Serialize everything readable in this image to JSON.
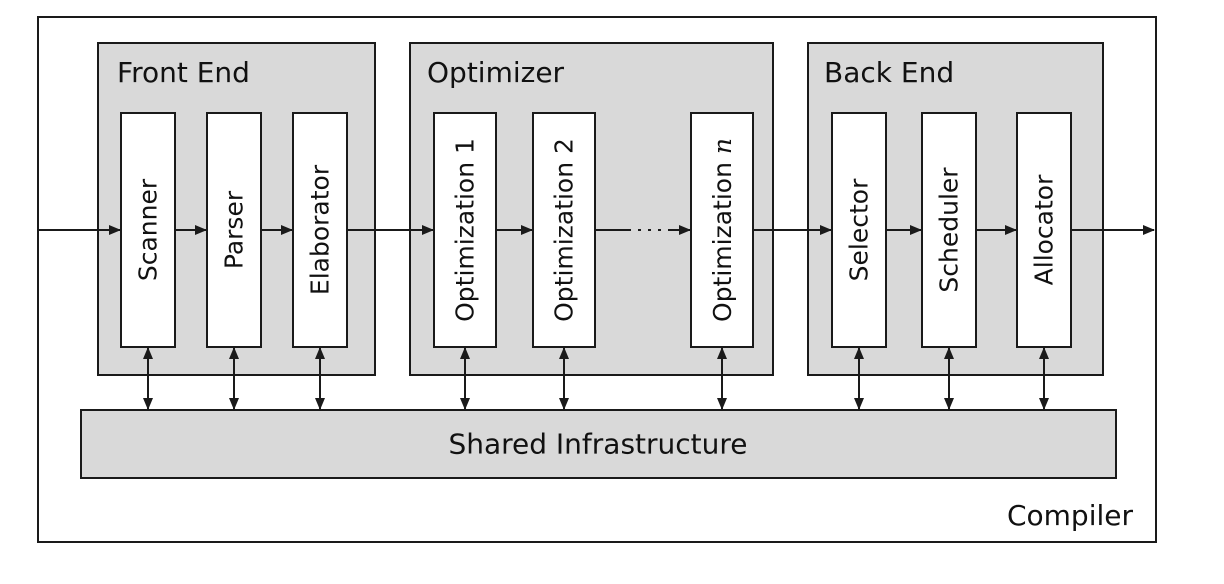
{
  "colors": {
    "panel_fill": "#d9d9d9",
    "box_fill": "#ffffff",
    "stroke": "#1a1a1a",
    "text": "#111111"
  },
  "compiler": {
    "label": "Compiler"
  },
  "front_end": {
    "title": "Front End",
    "stages": [
      "Scanner",
      "Parser",
      "Elaborator"
    ]
  },
  "optimizer": {
    "title": "Optimizer",
    "stages": [
      "Optimization 1",
      "Optimization 2",
      "Optimization "
    ],
    "last_stage_suffix": "n"
  },
  "back_end": {
    "title": "Back End",
    "stages": [
      "Selector",
      "Scheduler",
      "Allocator"
    ]
  },
  "infrastructure": {
    "label": "Shared Infrastructure"
  }
}
